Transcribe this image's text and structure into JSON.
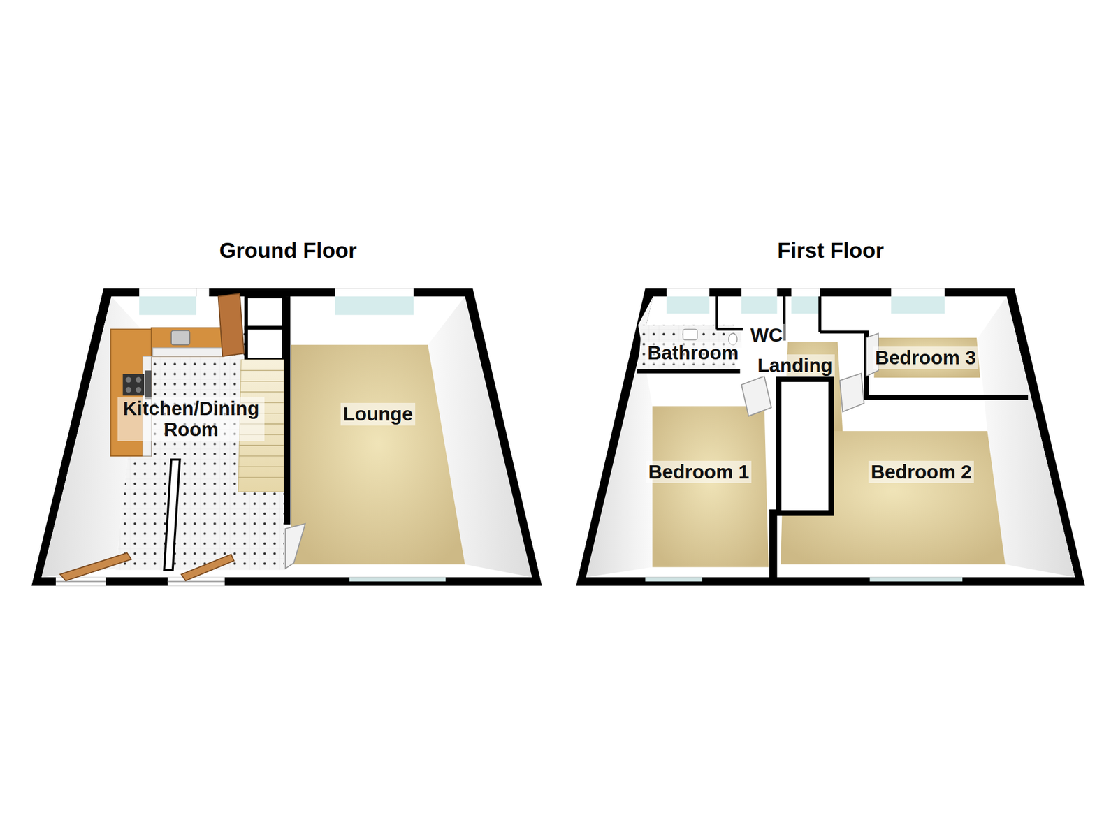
{
  "diagram": {
    "nodes": [
      {
        "text": [
          "Ground Floor"
        ]
      },
      {
        "text": [
          "Kitchen/Dining Room"
        ],
        "in": 0
      },
      {
        "text": [
          "Lounge"
        ],
        "in": 0
      },
      {
        "text": [
          "First Floor"
        ]
      },
      {
        "text": [
          "Bathroom"
        ],
        "in": 3
      },
      {
        "text": [
          "WC"
        ],
        "in": 3
      },
      {
        "text": [
          "Landing"
        ],
        "in": 3
      },
      {
        "text": [
          "Bedroom 3"
        ],
        "in": 3
      },
      {
        "text": [
          "Bedroom 1"
        ],
        "in": 3
      },
      {
        "text": [
          "Bedroom 2"
        ],
        "in": 3
      }
    ]
  }
}
